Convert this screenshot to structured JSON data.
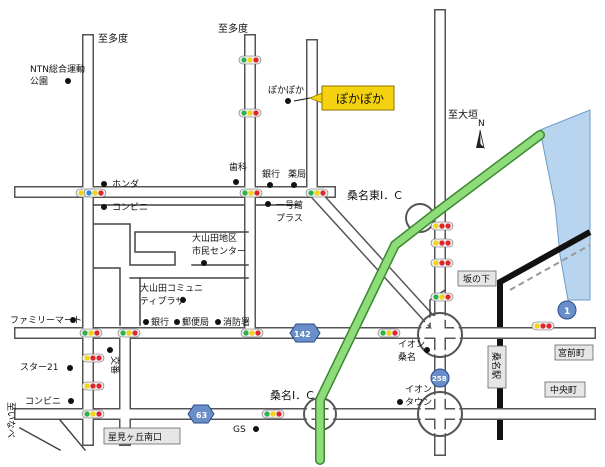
{
  "colors": {
    "road_fill": "#ffffff",
    "road_edge": "#555555",
    "expressway": "#8edc7a",
    "expressway_edge": "#3a8a30",
    "river": "#b8d4ee",
    "rail_black": "#111111",
    "label_box": "#e6e6e6",
    "route_shield": "#6a8fc8",
    "highlight_label_bg": "#f5d20f",
    "signal_green": "#2db14a",
    "signal_yellow": "#f2d516",
    "signal_red": "#e0262a",
    "signal_blue": "#2e8bd8"
  },
  "map": {
    "highlight_label": "ぽかぽか",
    "destinations": {
      "to_tado_left": "至多度",
      "to_tado_right": "至多度",
      "to_ogaki": "至大垣",
      "to_inabe": "至いなべ"
    },
    "north_label": "N",
    "landmarks": {
      "ntn_line1": "NTN総合運動",
      "ntn_line2": "公園",
      "pokapoka": "ぽかぽか",
      "dentist": "歯科",
      "bank_top": "銀行",
      "pharmacy": "薬局",
      "honda": "ホンダ",
      "convenience_top": "コンビニ",
      "ichigokan_line1": "一号館",
      "ichigokan_line2": "プラス",
      "district_center_line1": "大山田地区",
      "district_center_line2": "市民センター",
      "community_line1": "大山田コミュニ",
      "community_line2": "ティプラザ",
      "bank_bottom": "銀行",
      "post_office": "郵便局",
      "fire_station": "消防署",
      "family_mart": "ファミリーマート",
      "koban": "交番",
      "star21": "スター21",
      "convenience_bottom": "コンビニ",
      "aeon_line1": "イオン",
      "aeon_line2": "桑名",
      "aeon_town_line1": "イオン",
      "aeon_town_line2": "タウン",
      "gas_station": "GS"
    },
    "interchanges": {
      "kuwana_east": "桑名東I．C",
      "kuwana": "桑名I．C"
    },
    "boxes": {
      "sakanoshita": "坂の下",
      "miyamae": "宮前町",
      "chuocho": "中央町",
      "hoshimigaoka": "星見ヶ丘南口",
      "kuwana_station": "桑名駅"
    },
    "routes": {
      "r142": "142",
      "r63": "63",
      "r258": "258",
      "r1": "1"
    }
  }
}
